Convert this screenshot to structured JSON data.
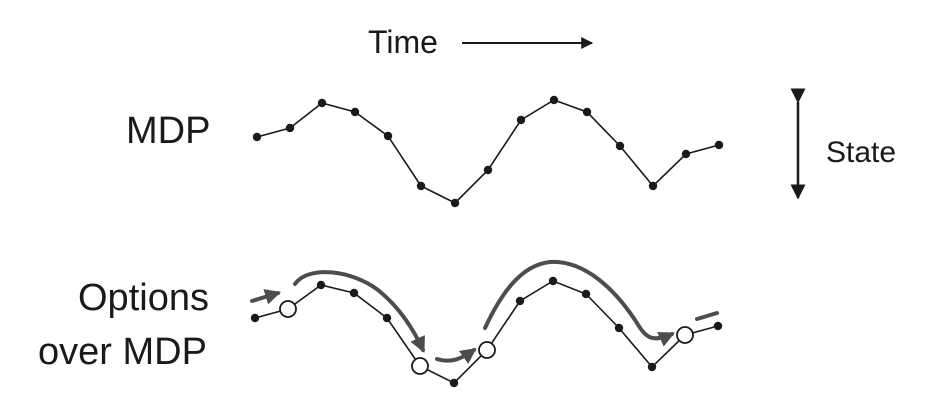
{
  "labels": {
    "time": "Time",
    "mdp": "MDP",
    "options_line1": "Options",
    "options_line2": "over MDP",
    "state": "State"
  },
  "colors": {
    "ink": "#1a1a1a",
    "option_arrow": "#4d4d4d",
    "background": "#ffffff"
  }
}
